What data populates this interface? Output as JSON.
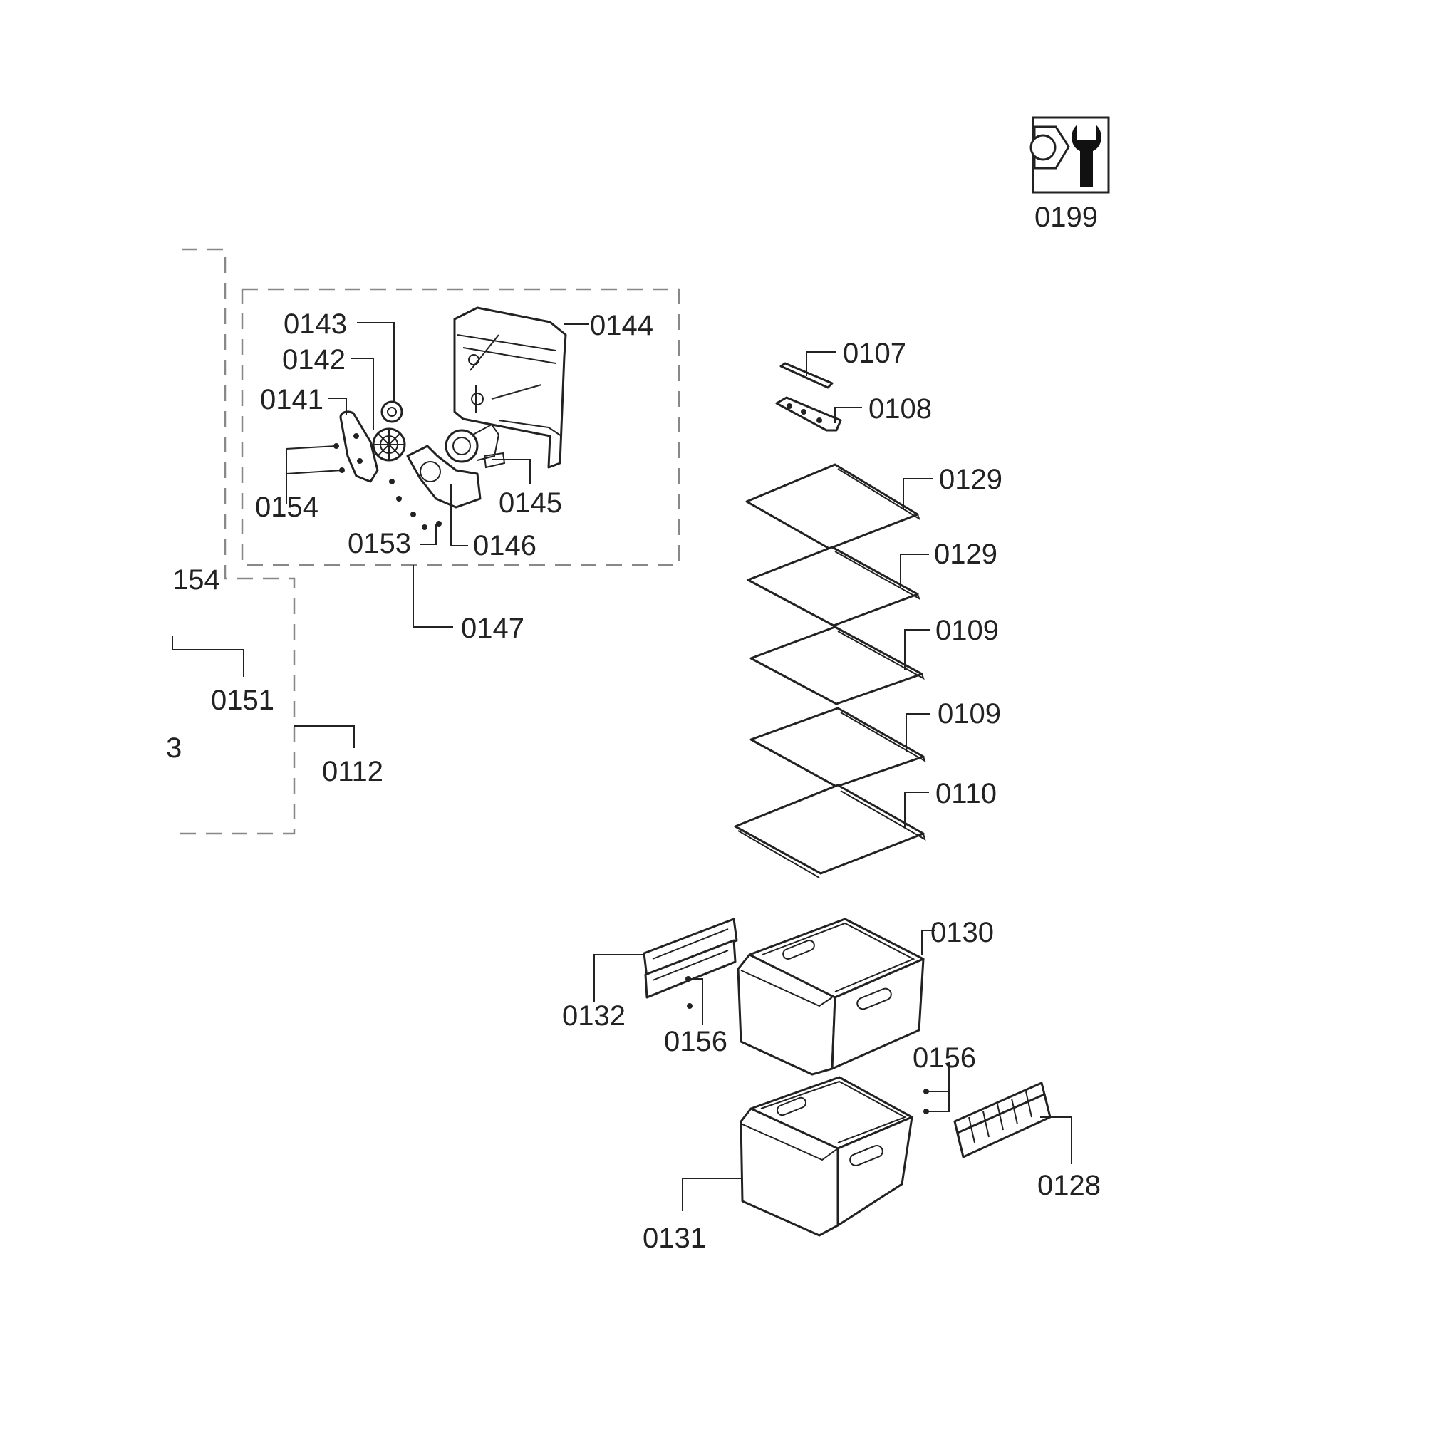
{
  "diagram": {
    "labels": {
      "p0199": "0199",
      "p0143": "0143",
      "p0142": "0142",
      "p0141": "0141",
      "p0144": "0144",
      "p0154": "0154",
      "p0145": "0145",
      "p0153": "0153",
      "p0146": "0146",
      "p0147": "0147",
      "p154": "154",
      "p0151": "0151",
      "p3": "3",
      "p0112": "0112",
      "p0107": "0107",
      "p0108": "0108",
      "p0129a": "0129",
      "p0129b": "0129",
      "p0109a": "0109",
      "p0109b": "0109",
      "p0110": "0110",
      "p0130": "0130",
      "p0132": "0132",
      "p0156a": "0156",
      "p0156b": "0156",
      "p0128": "0128",
      "p0131": "0131"
    },
    "icons": {
      "tool": "wrench-nut-icon"
    }
  }
}
